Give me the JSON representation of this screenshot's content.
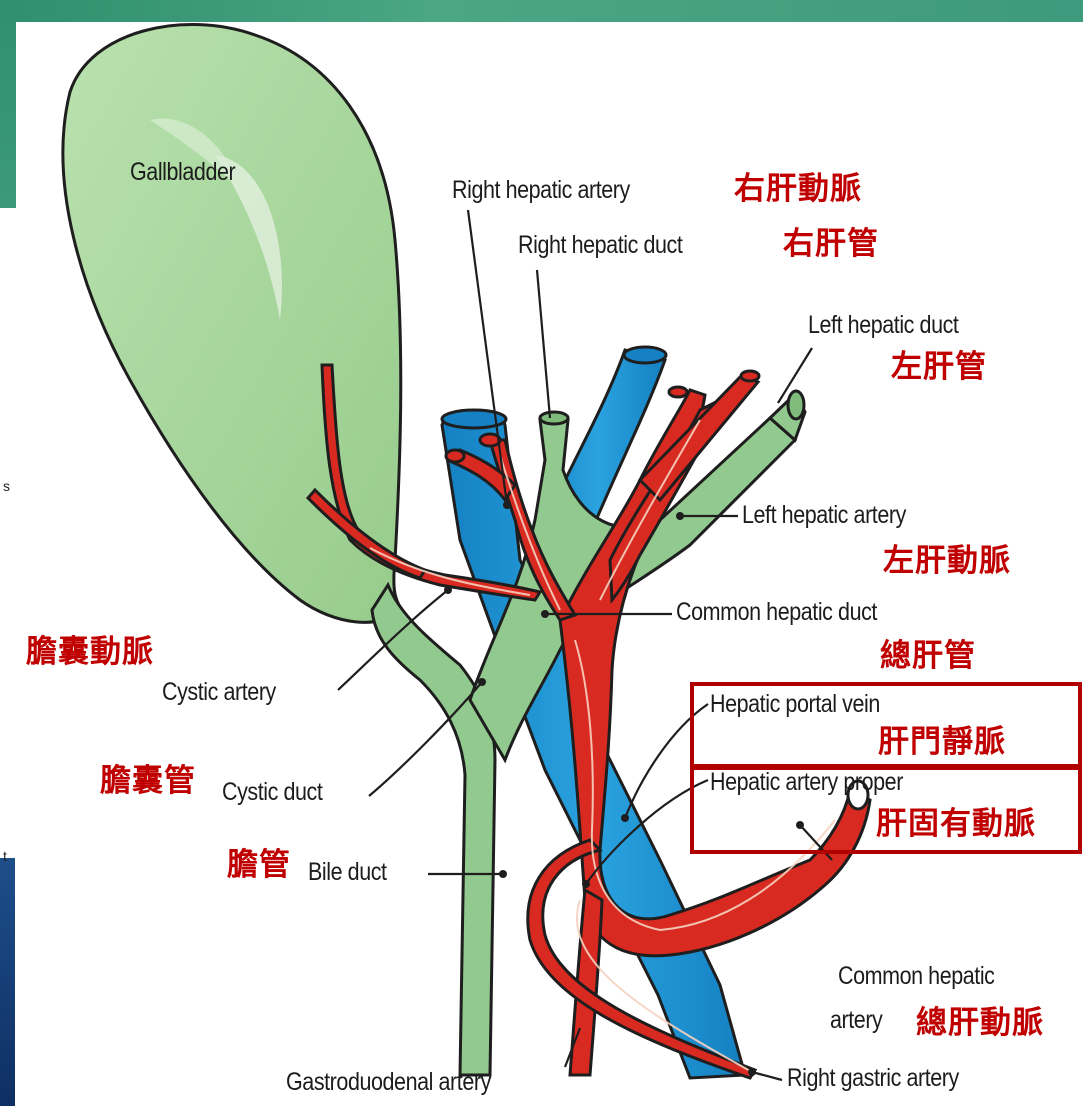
{
  "labels": {
    "gallbladder": "Gallbladder",
    "right_hepatic_artery": "Right hepatic artery",
    "right_hepatic_duct": "Right hepatic duct",
    "left_hepatic_duct": "Left hepatic duct",
    "left_hepatic_artery": "Left hepatic artery",
    "common_hepatic_duct": "Common hepatic duct",
    "hepatic_portal_vein": "Hepatic portal vein",
    "hepatic_artery_proper": "Hepatic artery proper",
    "cystic_artery": "Cystic artery",
    "cystic_duct": "Cystic duct",
    "bile_duct": "Bile duct",
    "common_hepatic_artery_line1": "Common hepatic",
    "common_hepatic_artery_line2": "artery",
    "gastroduodenal_artery": "Gastroduodenal artery",
    "right_gastric_artery": "Right gastric artery"
  },
  "chinese_labels": {
    "right_hepatic_artery": "右肝動脈",
    "right_hepatic_duct": "右肝管",
    "left_hepatic_duct": "左肝管",
    "left_hepatic_artery": "左肝動脈",
    "common_hepatic_duct": "總肝管",
    "cystic_artery": "膽囊動脈",
    "cystic_duct": "膽囊管",
    "bile_duct": "膽管",
    "hepatic_portal_vein": "肝門靜脈",
    "hepatic_artery_proper": "肝固有動脈",
    "common_hepatic_artery": "總肝動脈"
  },
  "edge_fragments": {
    "left_mid": "s",
    "left_low": "t"
  },
  "colors": {
    "gallbladder_fill": "#a6d79c",
    "duct_fill": "#92c98e",
    "artery_fill": "#d92a22",
    "vein_fill": "#1c98d6",
    "outline": "#1e1e1e",
    "chinese_text": "#c00000",
    "highlight_box": "#b00000"
  }
}
